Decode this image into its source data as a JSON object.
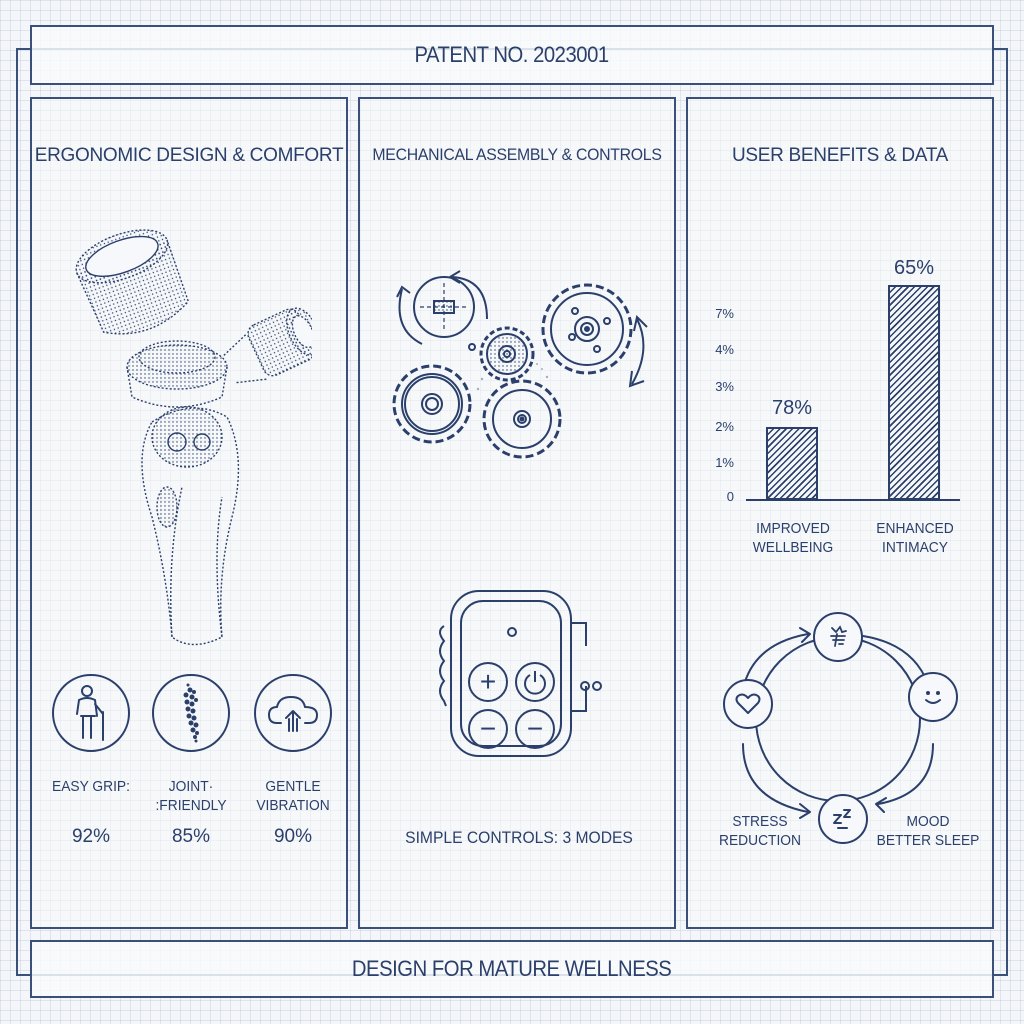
{
  "header": {
    "title": "PATENT NO. 2023001"
  },
  "footer": {
    "title": "DESIGN FOR MATURE WELLNESS"
  },
  "panels": {
    "ergonomic": {
      "title": "ERGONOMIC DESIGN & COMFORT",
      "illustration": "exploded-device-icon",
      "features": [
        {
          "icon": "elderly-person-with-cane-icon",
          "label_line1": "EASY GRIP:",
          "label_line2": "",
          "value": "92%"
        },
        {
          "icon": "spine-icon",
          "label_line1": "JOINT·",
          "label_line2": ":FRIENDLY",
          "value": "85%"
        },
        {
          "icon": "cloud-upload-icon",
          "label_line1": "GENTLE",
          "label_line2": "VIBRATION",
          "value": "90%"
        }
      ]
    },
    "mechanical": {
      "title": "MECHANICAL ASSEMBLY & CONTROLS",
      "illustration": "gear-assembly-icon",
      "remote": {
        "buttons": [
          {
            "icon": "plus-icon",
            "symbol": "+"
          },
          {
            "icon": "power-icon",
            "symbol": "⏻"
          },
          {
            "icon": "minus-icon",
            "symbol": "−"
          },
          {
            "icon": "minus-icon",
            "symbol": "−"
          }
        ]
      },
      "caption": "SIMPLE CONTROLS: 3 MODES"
    },
    "benefits": {
      "title": "USER BENEFITS & DATA",
      "cycle": {
        "nodes": [
          {
            "icon": "brain-icon",
            "position": "top"
          },
          {
            "icon": "smiley-icon",
            "position": "right"
          },
          {
            "icon": "sleep-zz-icon",
            "position": "bottom"
          },
          {
            "icon": "heart-icon",
            "position": "left"
          }
        ],
        "label_left_line1": "STRESS",
        "label_left_line2": "REDUCTION",
        "label_right_line1": "MOOD",
        "label_right_line2": "BETTER SLEEP"
      }
    }
  },
  "chart_data": {
    "type": "bar",
    "title": "",
    "categories": [
      "IMPROVED WELLBEING",
      "ENHANCED INTIMACY"
    ],
    "category_lines": [
      [
        "IMPROVED",
        "WELLBEING"
      ],
      [
        "ENHANCED",
        "INTIMACY"
      ]
    ],
    "values": [
      78,
      65
    ],
    "value_labels": [
      "78%",
      "65%"
    ],
    "bar_heights_in_axis_units": [
      2,
      7.5
    ],
    "y_ticks": [
      "0",
      "1%",
      "2%",
      "3%",
      "4%",
      "7%"
    ],
    "xlabel": "",
    "ylabel": "",
    "grid": false,
    "legend": null,
    "fill": "diagonal-hatch"
  },
  "colors": {
    "ink": "#2b3f6b",
    "paper": "#f4f6f9",
    "grid": "#b4c3d7"
  }
}
